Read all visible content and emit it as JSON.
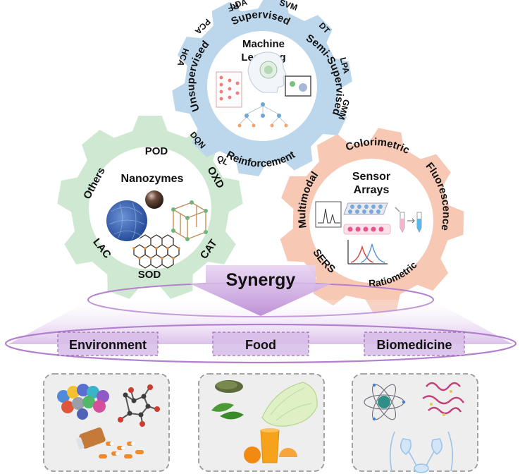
{
  "ml": {
    "title1": "Machine",
    "title2": "Learning",
    "arc_labels": [
      "Supervised",
      "Semi-Supervised",
      "Reinforcement",
      "Unsupervised"
    ],
    "outer_labels": [
      "LDA",
      "SVM",
      "DT",
      "LPA",
      "GMM",
      "QL",
      "DQN",
      "HCA",
      "PCA",
      "RF"
    ],
    "color_fill": "#bcd7ec",
    "color_title": "#e9528a"
  },
  "nano": {
    "title": "Nanozymes",
    "labels": [
      "POD",
      "OXD",
      "CAT",
      "SOD",
      "LAC",
      "Others"
    ],
    "color_fill": "#cfe8d2",
    "color_title": "#3c8f3c"
  },
  "sensor": {
    "title1": "Sensor",
    "title2": "Arrays",
    "arc_labels": [
      "Colorimetric",
      "Fluorescence",
      "Ratiometric",
      "SERS",
      "Multimodal"
    ],
    "color_fill": "#f7c9b5",
    "color_title": "#ef6a1e"
  },
  "synergy": {
    "label": "Synergy"
  },
  "applications": [
    {
      "label": "Environment"
    },
    {
      "label": "Food"
    },
    {
      "label": "Biomedicine"
    }
  ],
  "colors": {
    "accent_purple": "#b37fcf",
    "panel_border": "#9a9a9a"
  }
}
